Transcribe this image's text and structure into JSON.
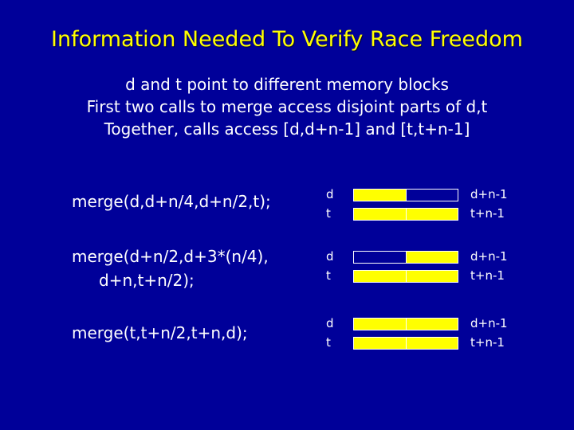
{
  "title": "Information Needed To Verify Race Freedom",
  "subtitle_lines": [
    "d and t point to different memory blocks",
    "First two calls to merge access disjoint parts of d,t",
    "Together, calls access [d,d+n-1] and [t,t+n-1]"
  ],
  "colors": {
    "background": "#000099",
    "title": "#ffff00",
    "filled": "#ffff00",
    "empty": "#000099",
    "text": "#ffffff"
  },
  "rows": [
    {
      "call_lines": [
        "merge(d,d+n/4,d+n/2,t);"
      ],
      "d_label": "d",
      "t_label": "t",
      "d_end": "d+n-1",
      "t_end": "t+n-1",
      "d_fill": [
        1,
        0
      ],
      "t_fill": [
        1,
        1
      ]
    },
    {
      "call_lines": [
        "merge(d+n/2,d+3*(n/4),",
        "d+n,t+n/2);"
      ],
      "d_label": "d",
      "t_label": "t",
      "d_end": "d+n-1",
      "t_end": "t+n-1",
      "d_fill": [
        0,
        1
      ],
      "t_fill": [
        1,
        1
      ]
    },
    {
      "call_lines": [
        "merge(t,t+n/2,t+n,d);"
      ],
      "d_label": "d",
      "t_label": "t",
      "d_end": "d+n-1",
      "t_end": "t+n-1",
      "d_fill": [
        1,
        1
      ],
      "t_fill": [
        1,
        1
      ]
    }
  ]
}
